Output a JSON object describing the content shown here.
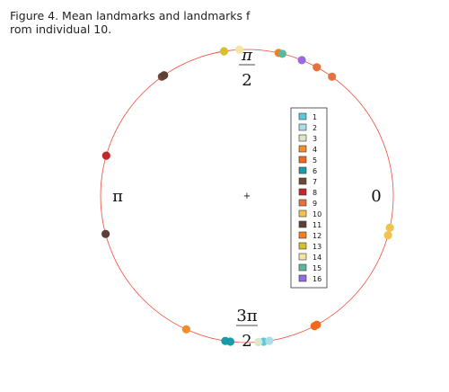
{
  "caption": {
    "line1": "Figure 4. Mean landmarks and landmarks f",
    "line2": "rom individual 10."
  },
  "chart_data": {
    "type": "scatter",
    "coordinate_system": "polar (unit circle)",
    "title": "",
    "circle_color": "#f04a3a",
    "center_marker": "+",
    "angle_labels": {
      "zero": "0",
      "pi_half_num": "π",
      "pi_half_den": "2",
      "pi": "π",
      "three_pi_half_num": "3π",
      "three_pi_half_den": "2"
    },
    "legend": {
      "position": "right, inside circle",
      "entries": [
        {
          "label": "1",
          "color": "#5bc8dc"
        },
        {
          "label": "2",
          "color": "#a8dfe6"
        },
        {
          "label": "3",
          "color": "#d9e8c9"
        },
        {
          "label": "4",
          "color": "#f28e2b"
        },
        {
          "label": "5",
          "color": "#f26a1b"
        },
        {
          "label": "6",
          "color": "#1a9ba8"
        },
        {
          "label": "7",
          "color": "#6b4a3a"
        },
        {
          "label": "8",
          "color": "#c1272d"
        },
        {
          "label": "9",
          "color": "#e8703a"
        },
        {
          "label": "10",
          "color": "#f2c14e"
        },
        {
          "label": "11",
          "color": "#5a4037"
        },
        {
          "label": "12",
          "color": "#f57f20"
        },
        {
          "label": "13",
          "color": "#d4c12a"
        },
        {
          "label": "14",
          "color": "#f2e6a0"
        },
        {
          "label": "15",
          "color": "#5fb89a"
        },
        {
          "label": "16",
          "color": "#9a6ae0"
        }
      ]
    },
    "points": [
      {
        "landmark": "1",
        "angle_deg": 276.5
      },
      {
        "landmark": "2",
        "angle_deg": 278.8
      },
      {
        "landmark": "3",
        "angle_deg": 274.5
      },
      {
        "landmark": "4",
        "angle_deg": 245.5
      },
      {
        "landmark": "5",
        "angle_deg": 297.5
      },
      {
        "landmark": "5",
        "angle_deg": 298.5
      },
      {
        "landmark": "6",
        "angle_deg": 261.5
      },
      {
        "landmark": "6",
        "angle_deg": 263.5
      },
      {
        "landmark": "7",
        "angle_deg": 125.5
      },
      {
        "landmark": "8",
        "angle_deg": 164.0
      },
      {
        "landmark": "9",
        "angle_deg": 54.5
      },
      {
        "landmark": "9",
        "angle_deg": 61.5
      },
      {
        "landmark": "10",
        "angle_deg": 347.5
      },
      {
        "landmark": "10",
        "angle_deg": 344.5
      },
      {
        "landmark": "11",
        "angle_deg": 124.5
      },
      {
        "landmark": "11",
        "angle_deg": 195.0
      },
      {
        "landmark": "12",
        "angle_deg": 77.5
      },
      {
        "landmark": "13",
        "angle_deg": 99.0
      },
      {
        "landmark": "14",
        "angle_deg": 93.0
      },
      {
        "landmark": "15",
        "angle_deg": 76.0
      },
      {
        "landmark": "16",
        "angle_deg": 68.0
      }
    ]
  }
}
